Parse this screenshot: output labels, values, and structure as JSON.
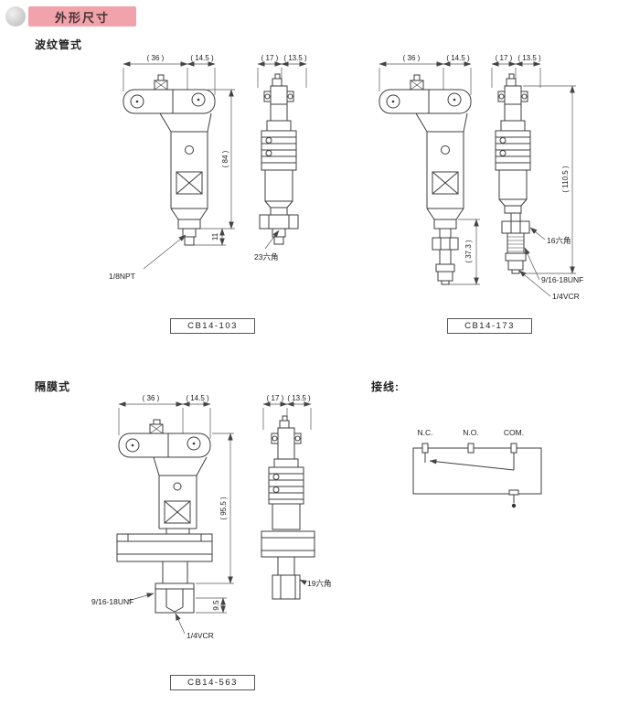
{
  "page": {
    "title": "外形尺寸",
    "section_bellows": "波纹管式",
    "section_diaphragm": "隔膜式",
    "section_wiring": "接线:"
  },
  "cb14_103": {
    "model": "CB14-103",
    "front": {
      "dim_width_outer": "( 36 )",
      "dim_width_inner": "( 14.5 )",
      "dim_height": "( 84 )",
      "dim_port": "11",
      "thread_label": "1/8NPT"
    },
    "side": {
      "dim_depth": "( 17 )",
      "dim_offset": "( 13.5 )",
      "hex_label": "23六角"
    }
  },
  "cb14_173": {
    "model": "CB14-173",
    "front": {
      "dim_width_outer": "( 36 )",
      "dim_width_inner": "( 14.5 )",
      "dim_lower": "( 37.3 )"
    },
    "side": {
      "dim_depth": "( 17 )",
      "dim_offset": "( 13.5 )",
      "dim_height": "( 110.5 )",
      "hex_label": "16六角",
      "thread_label": "9/16-18UNF",
      "fitting_label": "1/4VCR"
    }
  },
  "cb14_563": {
    "model": "CB14-563",
    "front": {
      "dim_width_outer": "( 36 )",
      "dim_width_inner": "( 14.5 )",
      "dim_height": "( 95.5 )",
      "dim_port": "9.5",
      "thread_label": "9/16-18UNF",
      "fitting_label": "1/4VCR"
    },
    "side": {
      "dim_depth": "( 17 )",
      "dim_offset": "( 13.5 )",
      "hex_label": "19六角"
    }
  },
  "wiring": {
    "terminal_nc": "N.C.",
    "terminal_no": "N.O.",
    "terminal_com": "COM."
  }
}
